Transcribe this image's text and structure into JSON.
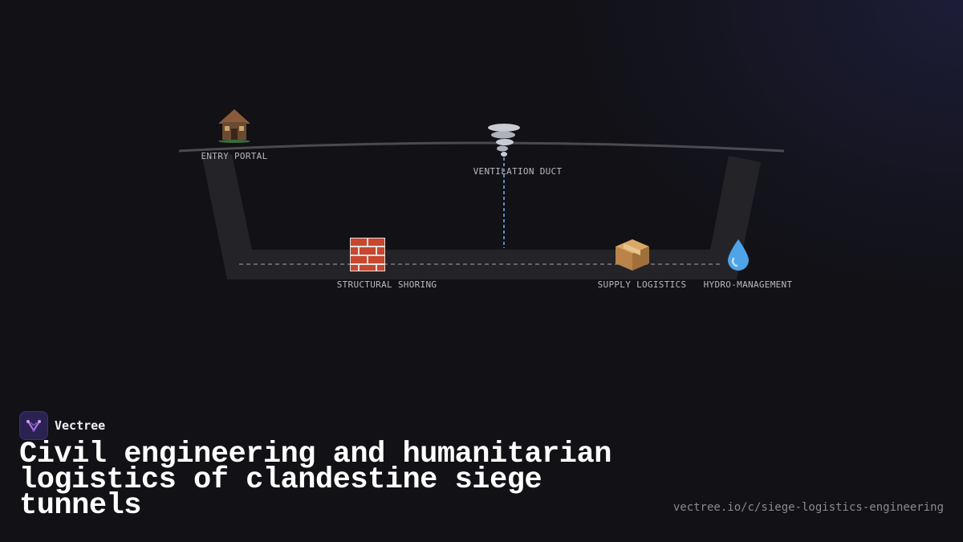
{
  "diagram": {
    "nodes": [
      {
        "id": "entry",
        "label": "ENTRY PORTAL",
        "icon": "house-icon"
      },
      {
        "id": "vent",
        "label": "VENTILATION DUCT",
        "icon": "tornado-icon"
      },
      {
        "id": "shoring",
        "label": "STRUCTURAL SHORING",
        "icon": "brick-icon"
      },
      {
        "id": "supply",
        "label": "SUPPLY LOGISTICS",
        "icon": "package-icon"
      },
      {
        "id": "hydro",
        "label": "HYDRO-MANAGEMENT",
        "icon": "droplet-icon"
      }
    ],
    "colors": {
      "tunnel": "#242428",
      "surface": "#4a4a50",
      "duct": "#6fa8e8",
      "track": "#7a7a82"
    }
  },
  "brand": {
    "name": "Vectree",
    "logo": "vectree-logo-icon"
  },
  "title": "Civil engineering and humanitarian logistics of clandestine siege tunnels",
  "url": "vectree.io/c/siege-logistics-engineering"
}
